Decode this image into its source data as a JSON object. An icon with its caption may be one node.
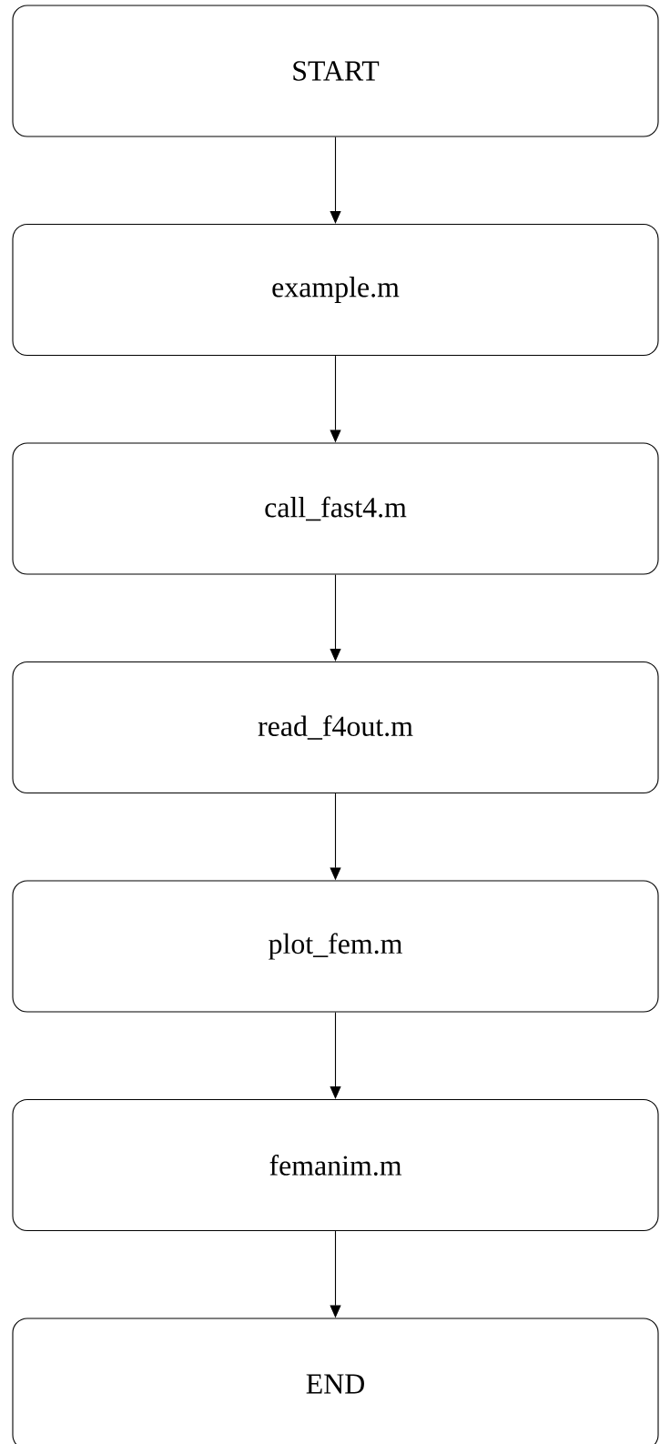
{
  "diagram": {
    "nodes": [
      {
        "text": [
          "START"
        ]
      },
      {
        "text": [
          "example.m"
        ]
      },
      {
        "text": [
          "call_fast4.m"
        ]
      },
      {
        "text": [
          "read_f4out.m"
        ]
      },
      {
        "text": [
          "plot_fem.m"
        ]
      },
      {
        "text": [
          "femanim.m"
        ]
      },
      {
        "text": [
          "END"
        ]
      }
    ],
    "edges": [
      {
        "from": 0,
        "to": 1,
        "arrow": "to"
      },
      {
        "from": 1,
        "to": 2,
        "arrow": "to"
      },
      {
        "from": 2,
        "to": 3,
        "arrow": "to"
      },
      {
        "from": 3,
        "to": 4,
        "arrow": "to"
      },
      {
        "from": 4,
        "to": 5,
        "arrow": "to"
      },
      {
        "from": 5,
        "to": 6,
        "arrow": "to"
      }
    ]
  }
}
